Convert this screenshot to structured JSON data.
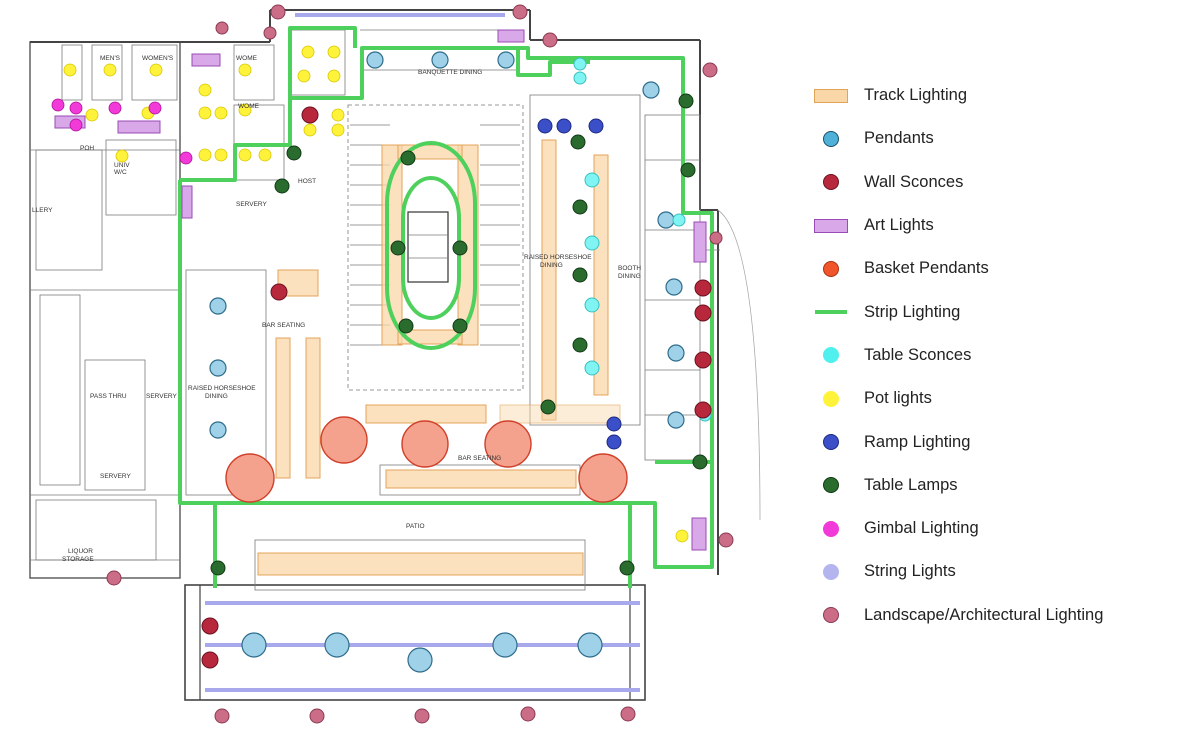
{
  "legend": {
    "items": [
      {
        "label": "Track Lighting",
        "kind": "rect",
        "fill": "#f9d7a8",
        "stroke": "#e3a45a"
      },
      {
        "label": "Pendants",
        "kind": "dot",
        "fill": "#4fb0d8",
        "stroke": "#1b4f6a"
      },
      {
        "label": "Wall Sconces",
        "kind": "dot",
        "fill": "#b8283c",
        "stroke": "#6b1222"
      },
      {
        "label": "Art Lights",
        "kind": "rect",
        "fill": "#d8a8e8",
        "stroke": "#9a4cb5"
      },
      {
        "label": "Basket Pendants",
        "kind": "dot",
        "fill": "#f0552b",
        "stroke": "#a83310"
      },
      {
        "label": "Strip Lighting",
        "kind": "line",
        "fill": "#4ed05c",
        "stroke": "#4ed05c"
      },
      {
        "label": "Table Sconces",
        "kind": "dot",
        "fill": "#4ff0ee",
        "stroke": "#4ff0ee"
      },
      {
        "label": "Pot lights",
        "kind": "dot",
        "fill": "#fff23a",
        "stroke": "#fff23a"
      },
      {
        "label": "Ramp Lighting",
        "kind": "dot",
        "fill": "#3a4fc8",
        "stroke": "#1d2a80"
      },
      {
        "label": "Table Lamps",
        "kind": "dot",
        "fill": "#2a6b2e",
        "stroke": "#123a16"
      },
      {
        "label": "Gimbal Lighting",
        "kind": "dot",
        "fill": "#f23ad8",
        "stroke": "#f23ad8"
      },
      {
        "label": "String Lights",
        "kind": "dot",
        "fill": "#b4b4ee",
        "stroke": "#b4b4ee"
      },
      {
        "label": "Landscape/Architectural Lighting",
        "kind": "dot",
        "fill": "#cc6d88",
        "stroke": "#8a3a52"
      }
    ]
  },
  "plan": {
    "rooms": {
      "bar_seating_left": "BAR SEATING",
      "raised_horseshoe_left": "RAISED HORSESHOE",
      "raised_horseshoe_left_2": "DINING",
      "raised_horseshoe_right": "RAISED HORSESHOE",
      "raised_horseshoe_right_2": "DINING",
      "booth_dining": "BOOTH",
      "booth_dining_2": "DINING",
      "banquette_dining": "BANQUETTE DINING",
      "bar_seating_center": "BAR SEATING",
      "patio": "PATIO",
      "servery_top": "SERVERY",
      "servery_left": "SERVERY",
      "servery_low": "SERVERY",
      "pass_thru": "PASS THRU",
      "liquor_storage": "LIQUOR",
      "liquor_storage_2": "STORAGE",
      "host": "HOST",
      "gallery": "LLERY",
      "univ_wc": "UNIV",
      "univ_wc_2": "W/C",
      "mens": "MEN'S",
      "womens": "WOMEN'S",
      "womens_2": "WOME",
      "womens_3": "WOME",
      "pc_lounge": "POH"
    }
  }
}
